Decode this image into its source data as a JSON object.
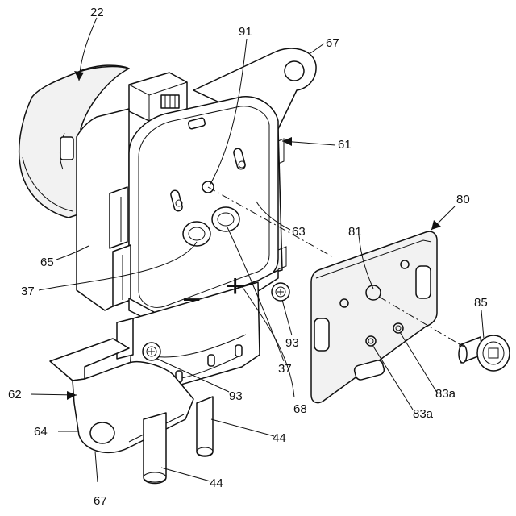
{
  "figure": {
    "labels": {
      "l22": "22",
      "l91": "91",
      "l67a": "67",
      "l61": "61",
      "l63": "63",
      "l80": "80",
      "l81": "81",
      "l65": "65",
      "l37a": "37",
      "l85": "85",
      "l93a": "93",
      "l37b": "37",
      "l83a_right": "83a",
      "l62": "62",
      "l93b": "93",
      "l68": "68",
      "l83a_bottom": "83a",
      "l64": "64",
      "l44a": "44",
      "l44b": "44",
      "l67b": "67"
    },
    "symbols": {
      "minus": "−",
      "plus": "+"
    }
  }
}
